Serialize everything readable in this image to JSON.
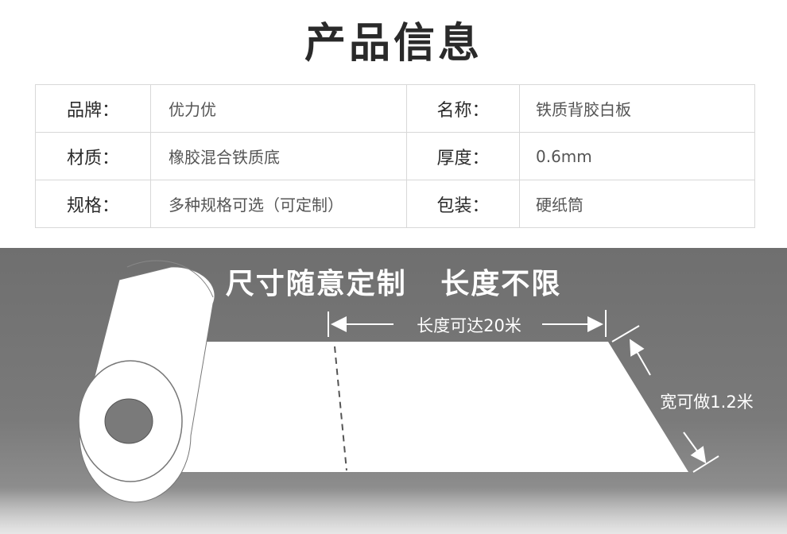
{
  "title": "产品信息",
  "specs": [
    {
      "label": "品牌：",
      "value": "优力优",
      "label2": "名称：",
      "value2": "铁质背胶白板"
    },
    {
      "label": "材质：",
      "value": "橡胶混合铁质底",
      "label2": "厚度：",
      "value2": "0.6mm"
    },
    {
      "label": "规格：",
      "value": "多种规格可选（可定制）",
      "label2": "包装：",
      "value2": "硬纸筒"
    }
  ],
  "banner": {
    "headline_left": "尺寸随意定制",
    "headline_right": "长度不限",
    "length_label": "长度可达20米",
    "width_label": "宽可做1.2米"
  },
  "colors": {
    "banner_bg": "#777777",
    "title_text": "#2a2a2a",
    "table_border": "#d8d8d8"
  }
}
